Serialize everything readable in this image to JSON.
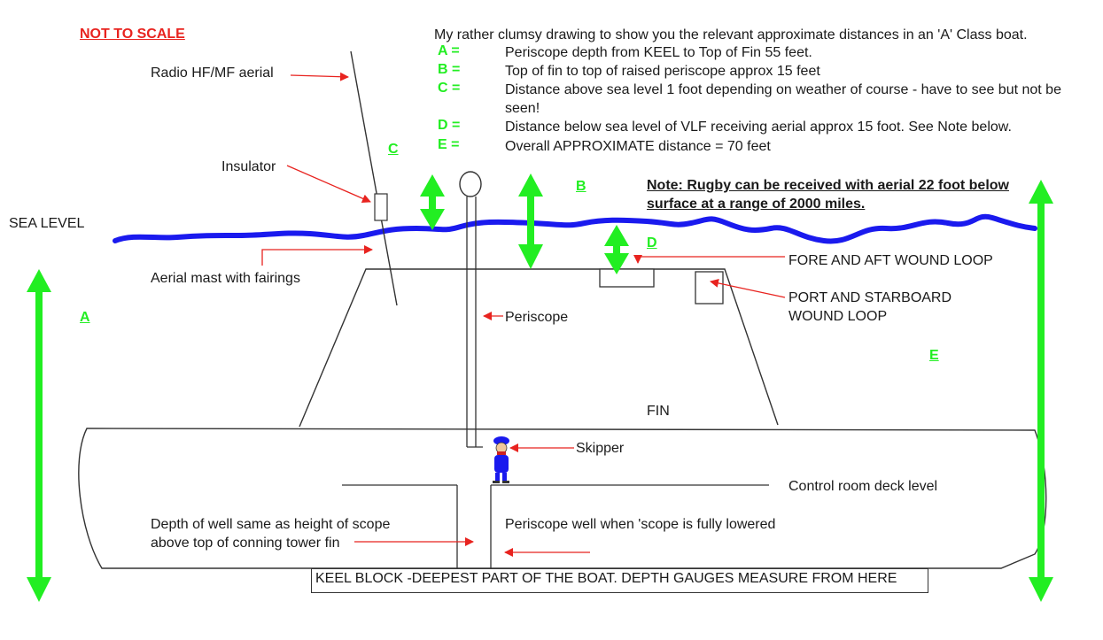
{
  "title": "NOT TO SCALE",
  "intro": "My rather clumsy drawing to show you the relevant approximate distances in an 'A' Class boat.",
  "legend": [
    {
      "key": "A =",
      "text": "Periscope depth from KEEL to Top of Fin    55 feet."
    },
    {
      "key": "B =",
      "text": "Top of fin to top of raised periscope approx 15 feet"
    },
    {
      "key": "C =",
      "text": "Distance above sea level 1 foot depending on weather of course - have to see but not be seen!"
    },
    {
      "key": "D =",
      "text": "Distance below sea level of VLF receiving aerial approx 15 foot. See Note below."
    },
    {
      "key": "E =",
      "text": "Overall APPROXIMATE distance = 70 feet"
    }
  ],
  "note": "Note: Rugby can be received with aerial 22 foot below surface at a range of 2000 miles.",
  "labels": {
    "radio_aerial": "Radio HF/MF aerial",
    "insulator": "Insulator",
    "sea_level": "SEA LEVEL",
    "aerial_mast": "Aerial mast with fairings",
    "periscope": "Periscope",
    "fore_aft_loop": "FORE AND AFT WOUND LOOP",
    "port_starboard_loop": "PORT AND STARBOARD\nWOUND LOOP",
    "fin": "FIN",
    "skipper": "Skipper",
    "control_room": "Control room deck level",
    "well_depth": "Depth of well same as height of scope\nabove top of conning tower fin",
    "periscope_well": "Periscope well when 'scope is fully lowered",
    "keel_block": "KEEL BLOCK -DEEPEST PART OF THE BOAT. DEPTH GAUGES MEASURE FROM HERE"
  },
  "letters": {
    "A": "A",
    "B": "B",
    "C": "C",
    "D": "D",
    "E": "E"
  },
  "colors": {
    "sea": "#1a1aee",
    "arrow_green": "#22ee22",
    "pointer_red": "#e8231f",
    "line": "#333333"
  }
}
